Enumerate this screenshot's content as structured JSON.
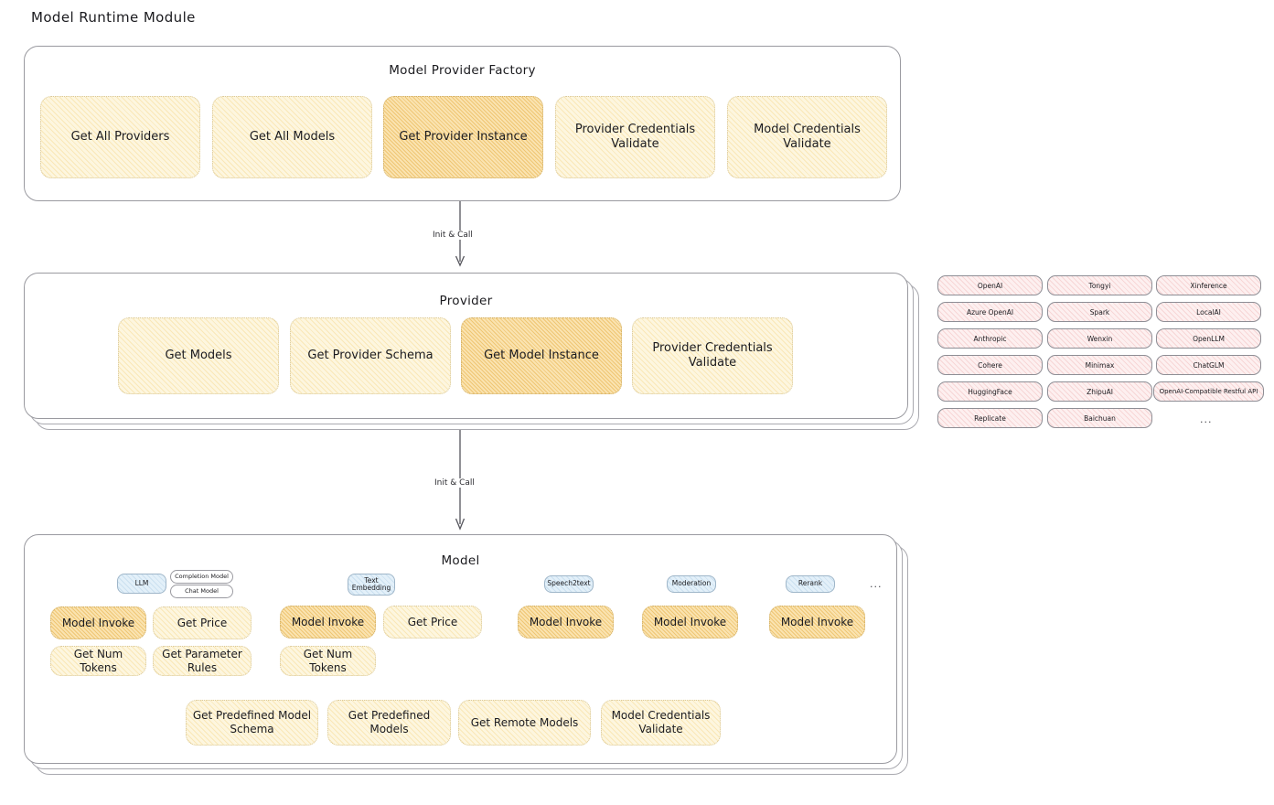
{
  "page": {
    "title": "Model Runtime Module"
  },
  "factory": {
    "title": "Model Provider Factory",
    "nodes": [
      {
        "label": "Get All Providers",
        "highlight": false
      },
      {
        "label": "Get All Models",
        "highlight": false
      },
      {
        "label": "Get Provider Instance",
        "highlight": true
      },
      {
        "label": "Provider Credentials Validate",
        "highlight": false
      },
      {
        "label": "Model Credentials Validate",
        "highlight": false
      }
    ]
  },
  "arrows": [
    {
      "label": "Init & Call"
    },
    {
      "label": "Init & Call"
    }
  ],
  "provider": {
    "title": "Provider",
    "nodes": [
      {
        "label": "Get Models",
        "highlight": false
      },
      {
        "label": "Get Provider Schema",
        "highlight": false
      },
      {
        "label": "Get Model Instance",
        "highlight": true
      },
      {
        "label": "Provider Credentials Validate",
        "highlight": false
      }
    ]
  },
  "provider_list": {
    "columns": [
      {
        "items": [
          "OpenAI",
          "Azure OpenAI",
          "Anthropic",
          "Cohere",
          "HuggingFace",
          "Replicate"
        ]
      },
      {
        "items": [
          "Tongyi",
          "Spark",
          "Wenxin",
          "Minimax",
          "ZhipuAI",
          "Baichuan"
        ]
      },
      {
        "items": [
          "Xinference",
          "LocalAI",
          "OpenLLM",
          "ChatGLM",
          "OpenAI-Compatible Restful API"
        ]
      }
    ],
    "more": "..."
  },
  "model": {
    "title": "Model",
    "more": "...",
    "types": [
      {
        "badge": "LLM",
        "sub_badges": [
          "Completion Model",
          "Chat Model"
        ],
        "nodes": [
          {
            "label": "Model Invoke",
            "highlight": true
          },
          {
            "label": "Get Price",
            "highlight": false
          },
          {
            "label": "Get Num Tokens",
            "highlight": false
          },
          {
            "label": "Get Parameter Rules",
            "highlight": false
          }
        ]
      },
      {
        "badge": "Text Embedding",
        "sub_badges": [],
        "nodes": [
          {
            "label": "Model Invoke",
            "highlight": true
          },
          {
            "label": "Get Price",
            "highlight": false
          },
          {
            "label": "Get Num Tokens",
            "highlight": false
          }
        ]
      },
      {
        "badge": "Speech2text",
        "sub_badges": [],
        "nodes": [
          {
            "label": "Model Invoke",
            "highlight": true
          }
        ]
      },
      {
        "badge": "Moderation",
        "sub_badges": [],
        "nodes": [
          {
            "label": "Model Invoke",
            "highlight": true
          }
        ]
      },
      {
        "badge": "Rerank",
        "sub_badges": [],
        "nodes": [
          {
            "label": "Model Invoke",
            "highlight": true
          }
        ]
      }
    ],
    "shared_nodes": [
      {
        "label": "Get Predefined Model Schema"
      },
      {
        "label": "Get Predefined Models"
      },
      {
        "label": "Get Remote Models"
      },
      {
        "label": "Model Credentials Validate"
      }
    ]
  },
  "colors": {
    "node_fill": "#fdf6df",
    "node_highlight_fill": "#fae3b0",
    "chip_fill": "#fdf0f0",
    "badge_fill": "#e3f0f9",
    "container_stroke": "#9a9aa0",
    "text": "#1b1b1f"
  }
}
